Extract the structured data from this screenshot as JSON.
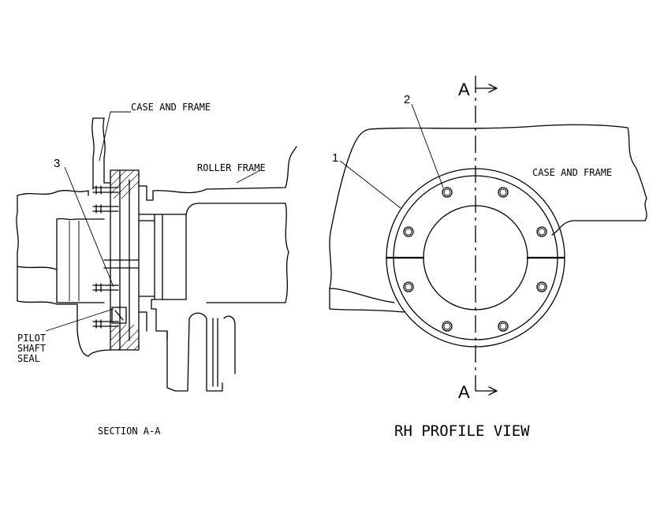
{
  "labels": {
    "case_and_frame_section": "CASE AND FRAME",
    "roller_frame": "ROLLER FRAME",
    "pilot_shaft_seal": [
      "PILOT",
      "SHAFT",
      "SEAL"
    ],
    "section_title": "SECTION A-A",
    "case_and_frame_profile": "CASE AND FRAME",
    "profile_title": "RH PROFILE VIEW",
    "cut_top": "A",
    "cut_bottom": "A"
  },
  "callouts": [
    "1",
    "2",
    "3"
  ]
}
